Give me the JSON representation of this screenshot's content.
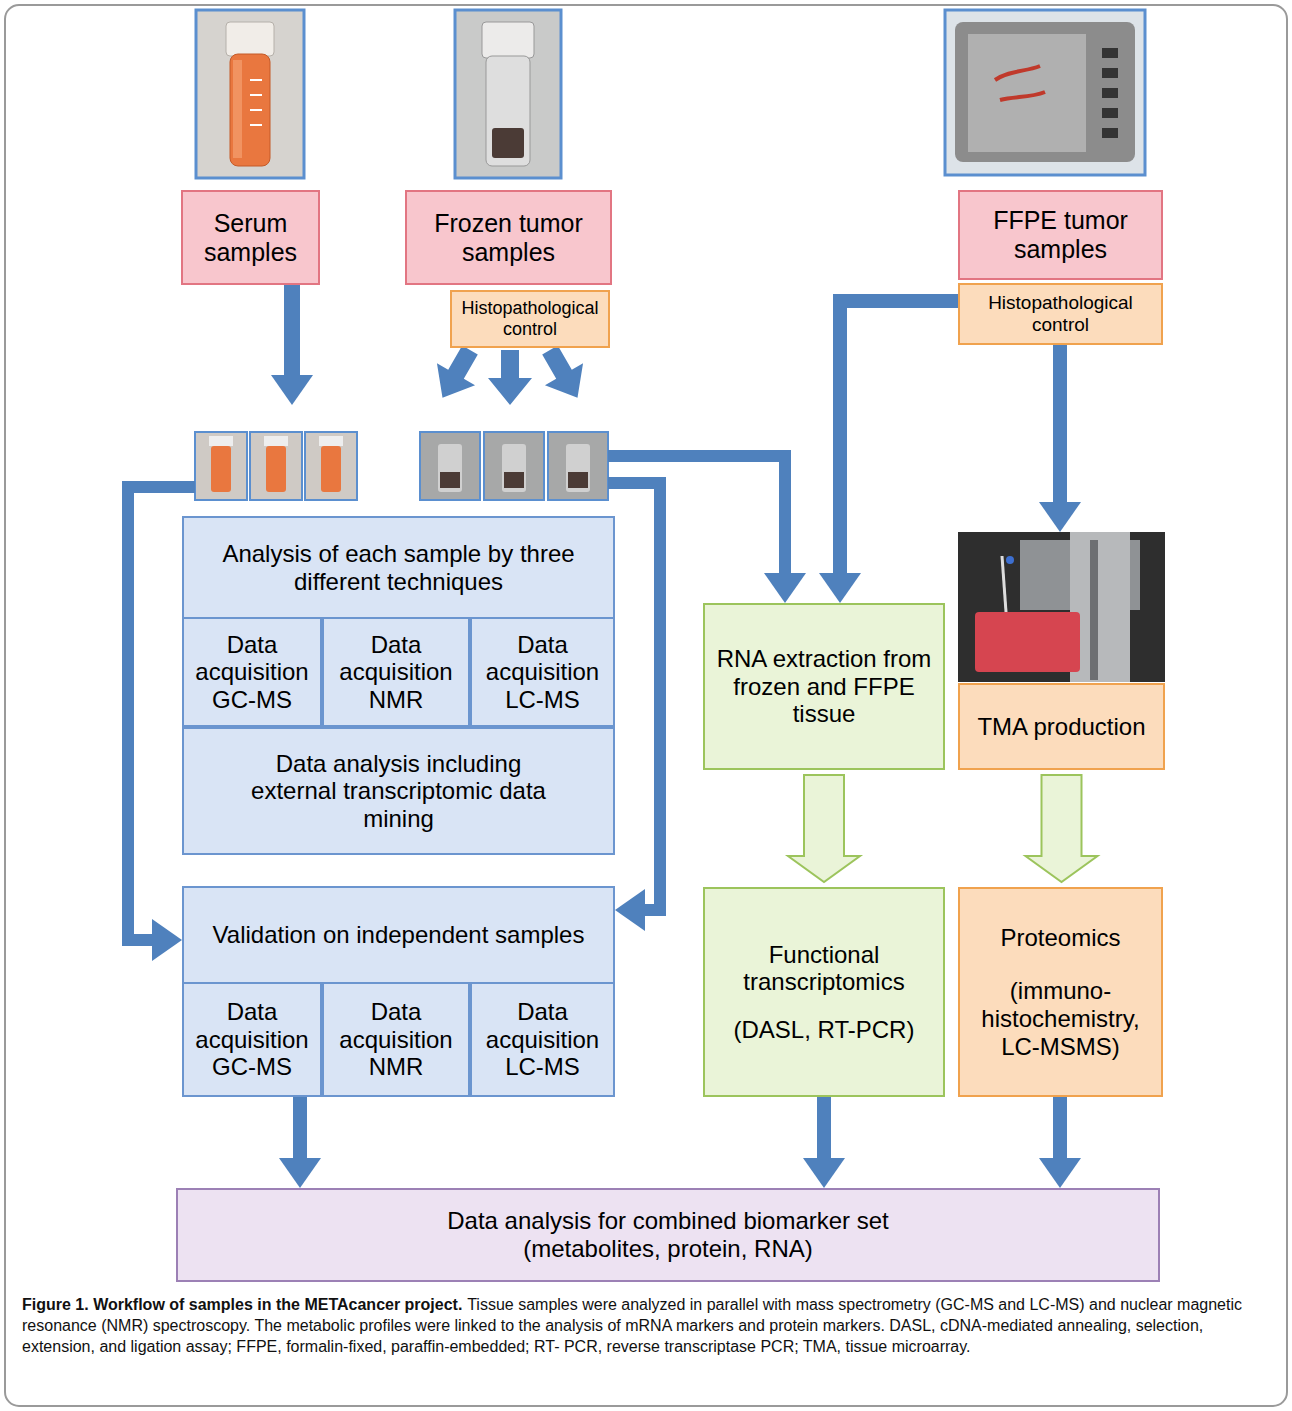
{
  "diagram": {
    "title": "Figure 1. Workflow of samples in the METAcancer project.",
    "caption": "Tissue samples were analyzed in parallel with mass spectrometry (GC-MS and LC-MS) and nuclear magnetic resonance (NMR) spectroscopy. The metabolic profiles were linked to the analysis of mRNA markers and protein markers. DASL, cDNA-mediated annealing, selection, extension, and ligation assay; FFPE, formalin-fixed, paraffin-embedded; RT- PCR, reverse transcriptase PCR; TMA, tissue microarray.",
    "nodes": [
      {
        "text": [
          "Serum samples"
        ]
      },
      {
        "text": [
          "Frozen tumor samples"
        ]
      },
      {
        "text": [
          "FFPE tumor samples"
        ]
      },
      {
        "text": [
          "Histopathological control"
        ]
      },
      {
        "text": [
          "Histopathological control"
        ]
      },
      {
        "text": [
          "Analysis of each sample by three different techniques"
        ]
      },
      {
        "text": [
          "Data acquisition GC-MS"
        ],
        "in": 5
      },
      {
        "text": [
          "Data acquisition NMR"
        ],
        "in": 5
      },
      {
        "text": [
          "Data acquisition LC-MS"
        ],
        "in": 5
      },
      {
        "text": [
          "Data analysis including external transcriptomic data mining"
        ],
        "in": 5
      },
      {
        "text": [
          "RNA extraction from frozen and FFPE tissue"
        ]
      },
      {
        "text": [
          "TMA production"
        ]
      },
      {
        "text": [
          "Validation on independent samples"
        ]
      },
      {
        "text": [
          "Data acquisition GC-MS"
        ],
        "in": 12
      },
      {
        "text": [
          "Data acquisition NMR"
        ],
        "in": 12
      },
      {
        "text": [
          "Data acquisition LC-MS"
        ],
        "in": 12
      },
      {
        "text": [
          "Functional transcriptomics",
          "(DASL, RT-PCR)"
        ]
      },
      {
        "text": [
          "Proteomics",
          "(immuno- histochemistry, LC-MSMS)"
        ]
      },
      {
        "text": [
          "Data analysis for combined biomarker set (metabolites, protein, RNA)"
        ]
      }
    ],
    "edges": [
      {
        "from": 4,
        "to": 10,
        "arrow": "to"
      },
      {
        "from": 4,
        "to": 11,
        "arrow": "to"
      },
      {
        "from": 10,
        "to": 16,
        "arrow": "to"
      },
      {
        "from": 11,
        "to": 17,
        "arrow": "to"
      },
      {
        "from": 12,
        "to": 18,
        "arrow": "to"
      },
      {
        "from": 16,
        "to": 18,
        "arrow": "to"
      },
      {
        "from": 17,
        "to": 18,
        "arrow": "to"
      }
    ]
  }
}
